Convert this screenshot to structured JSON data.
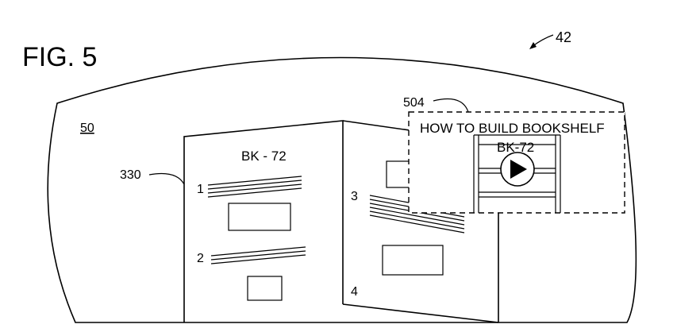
{
  "figure": {
    "title": "FIG. 5",
    "ref_device": "42",
    "ref_view": "50",
    "ref_box": "330",
    "ref_overlay": "504",
    "box_label": "BK - 72",
    "overlay_title": "HOW TO BUILD BOOKSHELF",
    "overlay_video_label": "BK-72",
    "step_1": "1",
    "step_2": "2",
    "step_3": "3",
    "step_4": "4"
  }
}
